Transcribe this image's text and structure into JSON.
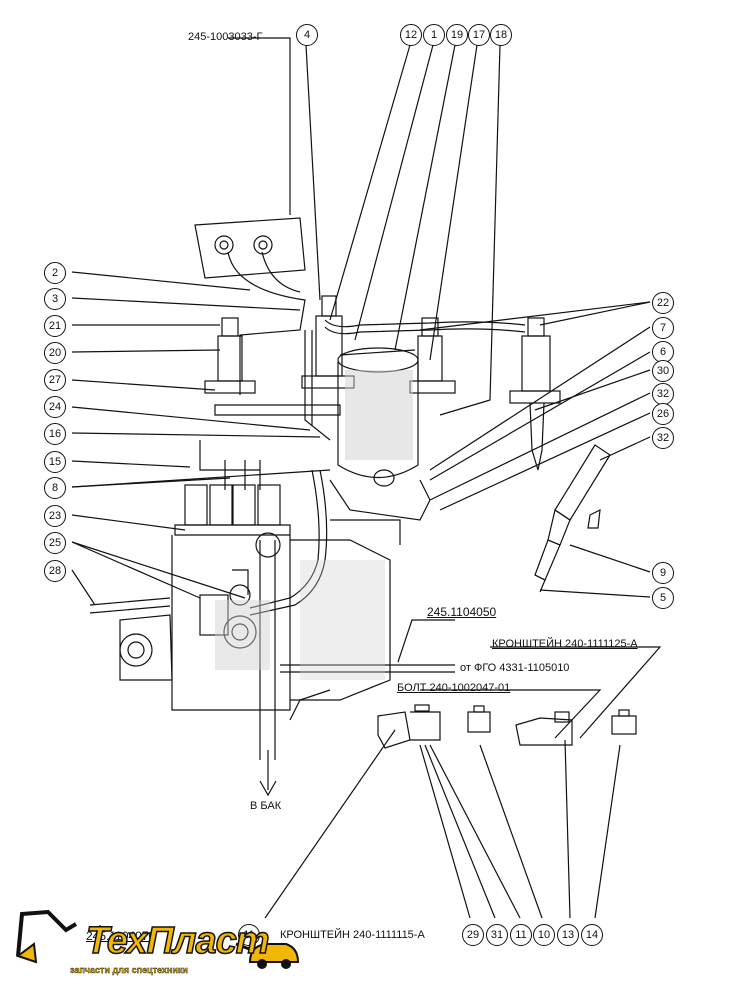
{
  "part_labels": {
    "top_part": "245-1003033-Г",
    "fuel_pipe_top": "245.1104050",
    "fuel_pipe_bottom": "245.1104070",
    "from_filter": "от ФГО 4331-1105010",
    "to_tank": "В БАК",
    "bracket_right": "КРОНШТЕЙН 240-1111125-А",
    "bracket_bottom": "КРОНШТЕЙН 240-1111115-А",
    "bolt": "БОЛТ 240-1002047-01"
  },
  "callouts": {
    "c4": "4",
    "c12": "12",
    "c1": "1",
    "c19": "19",
    "c17": "17",
    "c18": "18",
    "c2": "2",
    "c3": "3",
    "c21": "21",
    "c20": "20",
    "c27": "27",
    "c24": "24",
    "c16": "16",
    "c15": "15",
    "c8": "8",
    "c23": "23",
    "c25": "25",
    "c28": "28",
    "c22": "22",
    "c7": "7",
    "c6": "6",
    "c30": "30",
    "c32a": "32",
    "c26": "26",
    "c32b": "32",
    "c9": "9",
    "c5": "5",
    "b11a": "11",
    "b29": "29",
    "b31": "31",
    "b11b": "11",
    "b10": "10",
    "b13": "13",
    "b14": "14"
  },
  "logo": {
    "name": "ТехПласт",
    "subtitle": "запчасти для спецтехники",
    "brand_color": "#f2b705",
    "icon": "excavator-icon"
  }
}
